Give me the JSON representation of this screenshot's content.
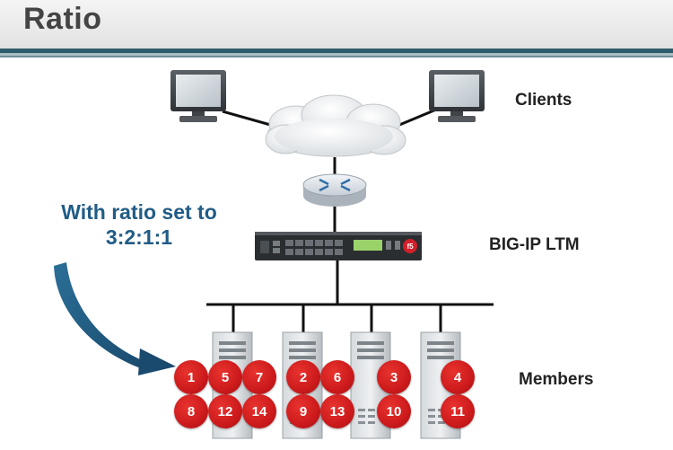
{
  "slide": {
    "title": "Ratio"
  },
  "labels": {
    "clients": "Clients",
    "bigip": "BIG-IP LTM",
    "members": "Members"
  },
  "callout": {
    "line1": "With ratio set to",
    "line2": "3:2:1:1"
  },
  "request_badges": [
    {
      "id": "r1",
      "number": "1"
    },
    {
      "id": "r5",
      "number": "5"
    },
    {
      "id": "r7",
      "number": "7"
    },
    {
      "id": "r8",
      "number": "8"
    },
    {
      "id": "r12",
      "number": "12"
    },
    {
      "id": "r14",
      "number": "14"
    },
    {
      "id": "r2",
      "number": "2"
    },
    {
      "id": "r6",
      "number": "6"
    },
    {
      "id": "r9",
      "number": "9"
    },
    {
      "id": "r13",
      "number": "13"
    },
    {
      "id": "r3",
      "number": "3"
    },
    {
      "id": "r10",
      "number": "10"
    },
    {
      "id": "r4",
      "number": "4"
    },
    {
      "id": "r11",
      "number": "11"
    }
  ]
}
